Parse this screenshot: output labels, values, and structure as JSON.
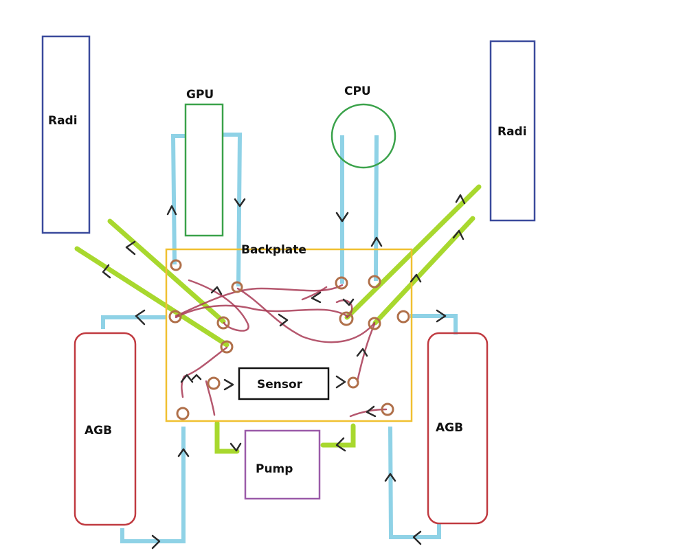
{
  "labels": {
    "radi_left": "Radi",
    "radi_right": "Radi",
    "gpu": "GPU",
    "cpu": "CPU",
    "backplate": "Backplate",
    "sensor": "Sensor",
    "pump": "Pump",
    "agb_left": "AGB",
    "agb_right": "AGB"
  },
  "colors": {
    "radiator": "#3a4a9c",
    "gpu": "#3aa24a",
    "cpu": "#3aa24a",
    "backplate": "#f0c030",
    "sensor": "#111111",
    "pump": "#9a5aa8",
    "agb": "#c03a40",
    "tube_blue": "#8fd2e6",
    "tube_green": "#a8d82e",
    "tube_red": "#a83a55",
    "port": "#b0704a"
  }
}
